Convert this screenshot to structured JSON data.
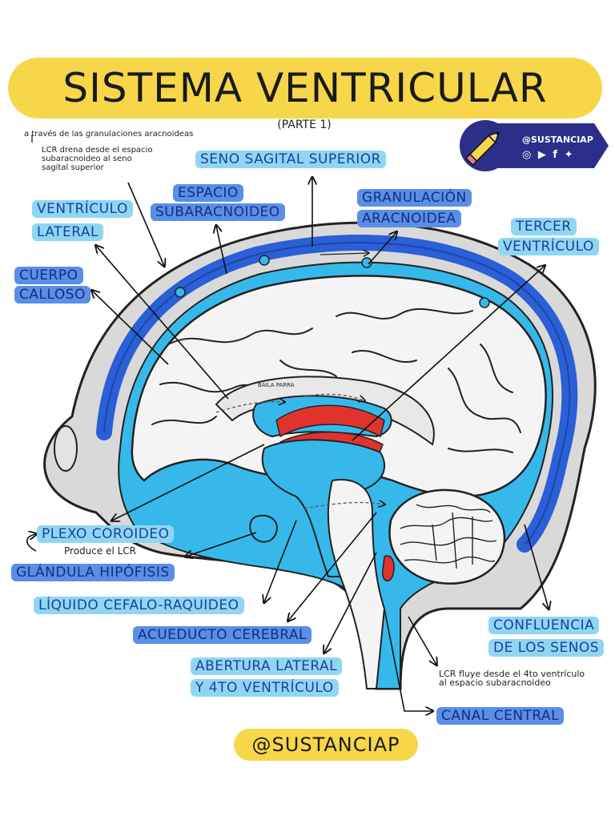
{
  "title": "SISTEMA VENTRICULAR",
  "subtitle": "(PARTE 1)",
  "notes": {
    "granulaciones": "a través de las granulaciones aracnoideas",
    "lcr_drena": [
      "LCR drena desde el espacio",
      "subaracnoideo al seno",
      "sagital superior"
    ],
    "produce": "Produce el LCR",
    "lcr_fluye": [
      "LCR fluye desde el 4to ventrículo",
      "al espacio subaracnoideo"
    ],
    "baila": "BAILA PARRA"
  },
  "labels": {
    "seno": "SENO SAGITAL SUPERIOR",
    "espacio_1": "ESPACIO",
    "espacio_2": "SUBARACNOIDEO",
    "granulacion_1": "GRANULACIÓN",
    "granulacion_2": "ARACNOIDEA",
    "ventriculo_1": "VENTRÍCULO",
    "ventriculo_2": "LATERAL",
    "tercer_1": "TERCER",
    "tercer_2": "VENTRÍCULO",
    "cuerpo_1": "CUERPO",
    "cuerpo_2": "CALLOSO",
    "plexo": "PLEXO COROIDEO",
    "glandula": "GLÁNDULA HIPÓFISIS",
    "liquido": "LÍQUIDO CEFALO-RAQUIDEO",
    "acueducto": "ACUEDUCTO CEREBRAL",
    "abertura_1": "ABERTURA LATERAL",
    "abertura_2": "Y 4TO VENTRÍCULO",
    "confluencia_1": "CONFLUENCIA",
    "confluencia_2": "DE LOS SENOS",
    "canal": "CANAL CENTRAL"
  },
  "brand": {
    "handle": "@SUSTANCIAP",
    "social_icons": [
      "instagram-icon",
      "youtube-icon",
      "facebook-icon",
      "twitter-icon"
    ],
    "social_glyphs": "◎ ▶ f ✦",
    "footer": "@SUSTANCIAP"
  },
  "colors": {
    "banner": "#f7d64a",
    "csf_light": "#36b9ea",
    "sinus": "#2a5fd6",
    "brain": "#f4f4f4",
    "skull": "#d9d9d9",
    "plexus": "#e0332e",
    "badge": "#2b2f8a"
  }
}
